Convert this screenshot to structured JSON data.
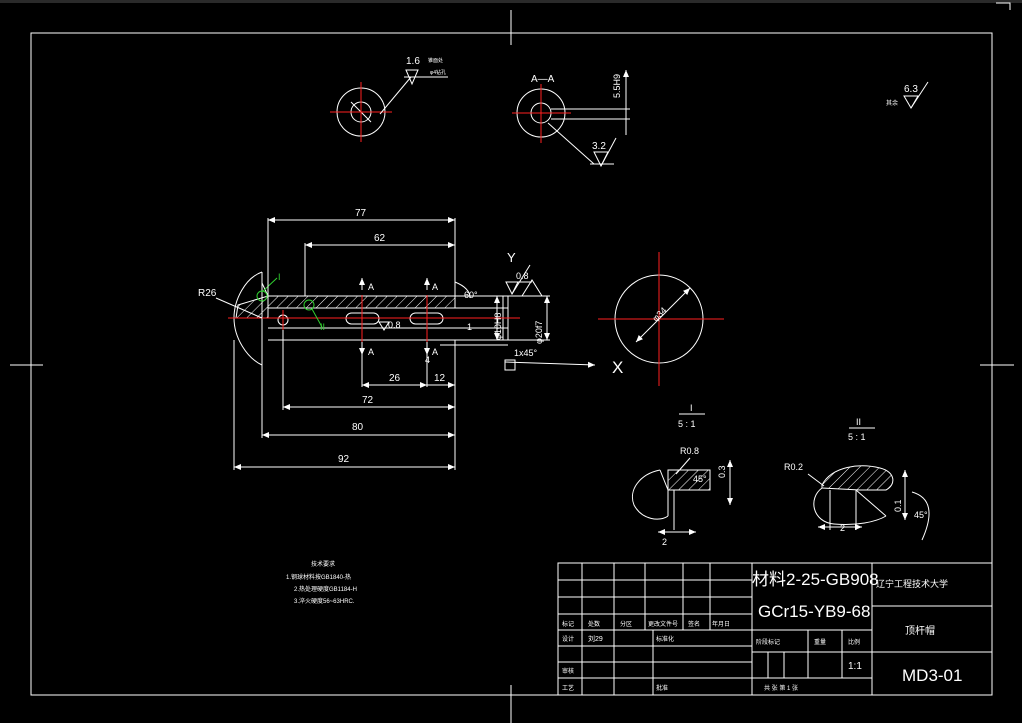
{
  "colors": {
    "background": "#000000",
    "line": "#ffffff",
    "centerline": "#ff2020",
    "detail_marker": "#30d030"
  },
  "views": {
    "top_left": {
      "roughness": "1.6",
      "note": "锥面处",
      "note2": "φ4钻孔"
    },
    "section_aa": {
      "label": "A—A",
      "dim_vertical": "5.5H9",
      "roughness": "3.2"
    },
    "general_roughness": {
      "value": "6.3",
      "prefix": "其余"
    },
    "main_view": {
      "dims": {
        "d77": "77",
        "d62": "62",
        "d72": "72",
        "d80": "80",
        "d92": "92",
        "d26": "26",
        "d12": "12",
        "d4": "4",
        "d1": "1"
      },
      "radius": "R26",
      "angle": "60°",
      "roughness": "0.8",
      "roughness_slot": "0.8",
      "dia_bore": "φ10H8",
      "dia_outer": "φ20f7",
      "chamfer": "1x45°",
      "section_mark": "A",
      "axis_y": "Y",
      "axis_x": "X",
      "detail_1": "I",
      "detail_2": "II"
    },
    "circle_view": {
      "dia": "φ34"
    },
    "detail_i": {
      "title": "I",
      "scale": "5 : 1",
      "radius": "R0.8",
      "angle": "45°",
      "dim_h": "0.3",
      "dim_w": "2"
    },
    "detail_ii": {
      "title": "II",
      "scale": "5 : 1",
      "radius": "R0.2",
      "angle": "45°",
      "dim_h": "0.1",
      "dim_w": "2"
    }
  },
  "tech_notes": {
    "title": "技术要求",
    "lines": [
      "1.钢球材料按GB1840-热",
      "2.热处理硬度GB1184-H",
      "3.淬火硬度56~63HRC."
    ]
  },
  "title_block": {
    "material_line1": "材料2-25-GB908",
    "material_line2": "GCr15-YB9-68",
    "school": "辽宁工程技术大学",
    "part_name": "顶杆帽",
    "drawing_no": "MD3-01",
    "scale": "1:1",
    "labels": {
      "mark": "标记",
      "count": "处数",
      "zone": "分区",
      "change_doc": "更改文件号",
      "sign": "签名",
      "date": "年月日",
      "design": "设计",
      "design_value": "刘29",
      "standardize": "标准化",
      "stage_mark": "阶段标记",
      "weight": "重量",
      "ratio": "比例",
      "review": "审核",
      "process": "工艺",
      "approve": "批准",
      "sheet": "共 张 第 1 张"
    }
  }
}
